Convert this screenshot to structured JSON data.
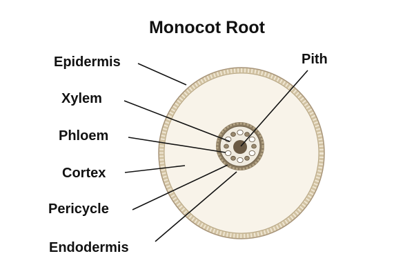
{
  "title": "Monocot Root",
  "labels": {
    "epidermis": "Epidermis",
    "xylem": "Xylem",
    "phloem": "Phloem",
    "cortex": "Cortex",
    "pericycle": "Pericycle",
    "endodermis": "Endodermis",
    "pith": "Pith"
  },
  "colors": {
    "epidermis": "#c9b793",
    "cortex": "#f8f3e9",
    "stele_ring": "#7a6a52",
    "pith": "#6b5a44",
    "leader_lines": "#111111"
  }
}
